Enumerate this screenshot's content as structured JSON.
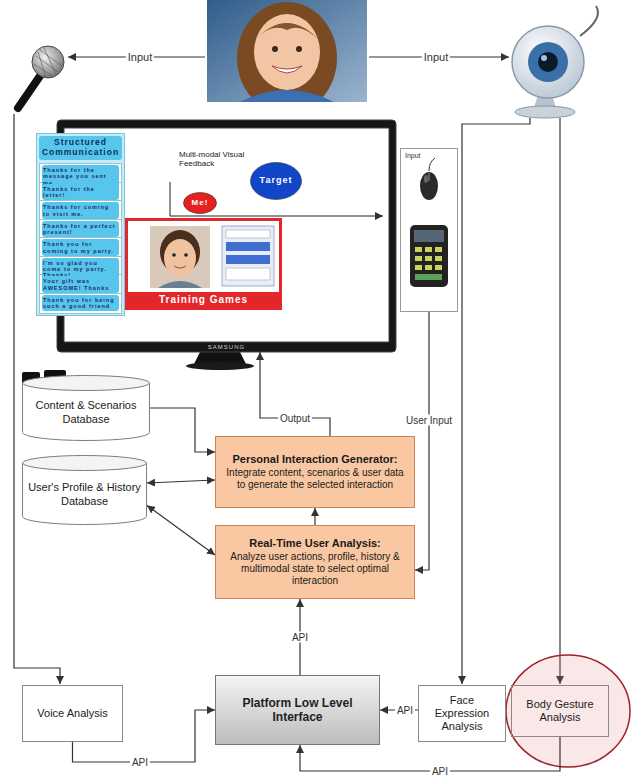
{
  "diagram": {
    "nodes": [
      {
        "text": [
          "SAMSUNG"
        ]
      },
      {
        "text": [
          "Structured Communication"
        ],
        "in": 0
      },
      {
        "text": [
          "Thanks for the message you sent me"
        ],
        "in": 1
      },
      {
        "text": [
          "Thanks for the letter!"
        ],
        "in": 1
      },
      {
        "text": [
          "Thanks for coming to visit me."
        ],
        "in": 1
      },
      {
        "text": [
          "Thanks for a perfect present!"
        ],
        "in": 1
      },
      {
        "text": [
          "Thank you for coming to my party."
        ],
        "in": 1
      },
      {
        "text": [
          "I'm so glad you come to my party. Thanks!"
        ],
        "in": 1
      },
      {
        "text": [
          "Your gift was AWESOME! Thanks"
        ],
        "in": 1
      },
      {
        "text": [
          "Thank you for being such a good friend"
        ],
        "in": 1
      },
      {
        "text": [
          "Me!"
        ],
        "in": 0
      },
      {
        "text": [
          "Target"
        ],
        "in": 0
      },
      {
        "text": [
          "Training Games"
        ],
        "in": 0
      },
      {
        "text": [
          "Input"
        ]
      },
      {
        "text": [
          "Content & Scenarios Database"
        ]
      },
      {
        "text": [
          "User's Profile & History Database"
        ]
      },
      {
        "text": [
          "Personal Interaction Generator:",
          "Integrate content, scenarios & user data to generate the selected interaction"
        ]
      },
      {
        "text": [
          "Real-Time User Analysis:",
          "Analyze user actions, profile, history & multimodal state to select optimal interaction"
        ]
      },
      {
        "text": [
          "Voice Analysis"
        ]
      },
      {
        "text": [
          "Platform Low Level Interface"
        ]
      },
      {
        "text": [
          "Face Expression Analysis"
        ]
      },
      {
        "text": [
          "Body Gesture Analysis"
        ]
      }
    ],
    "edges": [
      {
        "from": 16,
        "to": 0,
        "label": "Output",
        "arrow": "to"
      },
      {
        "from": 13,
        "to": 17,
        "label": "User Input",
        "arrow": "to"
      },
      {
        "from": 14,
        "to": 16,
        "arrow": "to"
      },
      {
        "from": 16,
        "to": 15,
        "arrow": "both"
      },
      {
        "from": 17,
        "to": 15,
        "arrow": "both"
      },
      {
        "from": 17,
        "to": 16,
        "arrow": "to"
      },
      {
        "from": 19,
        "to": 17,
        "label": "API",
        "arrow": "to"
      },
      {
        "from": 18,
        "to": 19,
        "label": "API",
        "arrow": "to"
      },
      {
        "from": 20,
        "to": 19,
        "label": "API",
        "arrow": "to"
      },
      {
        "from": 21,
        "to": 19,
        "label": "API",
        "arrow": "to"
      }
    ],
    "labels": [
      "Input",
      "Input",
      "Multi-modal Visual Feedback"
    ]
  }
}
